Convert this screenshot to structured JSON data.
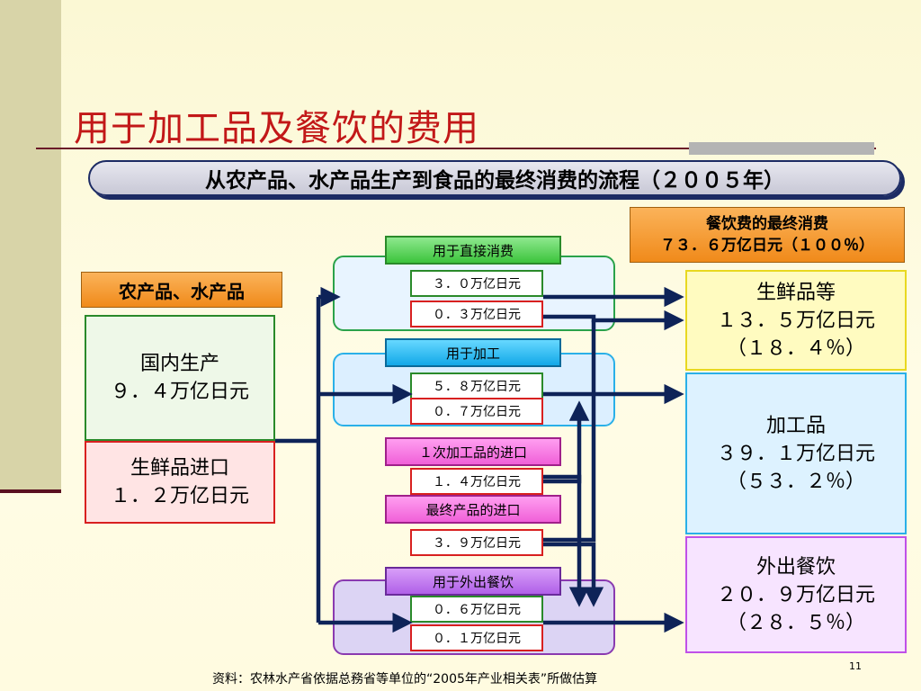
{
  "title": "用于加工品及餐饮的费用",
  "subtitle": "从农产品、水产品生产到食品的最终消费的流程（２００５年）",
  "final_consumption": {
    "line1": "餐饮费的最终消费",
    "line2": "７３．６万亿日元（１００％）"
  },
  "source": {
    "header": "农产品、水产品",
    "domestic": {
      "line1": "国内生产",
      "line2": "９．４万亿日元"
    },
    "import": {
      "line1": "生鲜品进口",
      "line2": "１．２万亿日元"
    }
  },
  "direct": {
    "label": "用于直接消费",
    "v1": "３．０万亿日元",
    "v2": "０．３万亿日元"
  },
  "processing": {
    "label": "用于加工",
    "v1": "５．８万亿日元",
    "v2": "０．７万亿日元"
  },
  "primary_import": {
    "label": "１次加工品的进口",
    "v": "１．４万亿日元"
  },
  "final_import": {
    "label": "最终产品的进口",
    "v": "３．９万亿日元"
  },
  "dining": {
    "label": "用于外出餐饮",
    "v1": "０．６万亿日元",
    "v2": "０．１万亿日元"
  },
  "outputs": {
    "fresh": {
      "line1": "生鲜品等",
      "line2": "１３．５万亿日元",
      "line3": "（１８．４％）"
    },
    "processed": {
      "line1": "加工品",
      "line2": "３９．１万亿日元",
      "line3": "（５３．２％）"
    },
    "eating_out": {
      "line1": "外出餐饮",
      "line2": "２０．９万亿日元",
      "line3": "（２８．５％）"
    }
  },
  "footer": "资料：农林水产省依据总務省等单位的“2005年产业相关表”所做估算",
  "page_number": "11",
  "colors": {
    "title": "#c21818",
    "arrow": "#0e2358",
    "green": "#2a8a2a",
    "red": "#d82020"
  }
}
